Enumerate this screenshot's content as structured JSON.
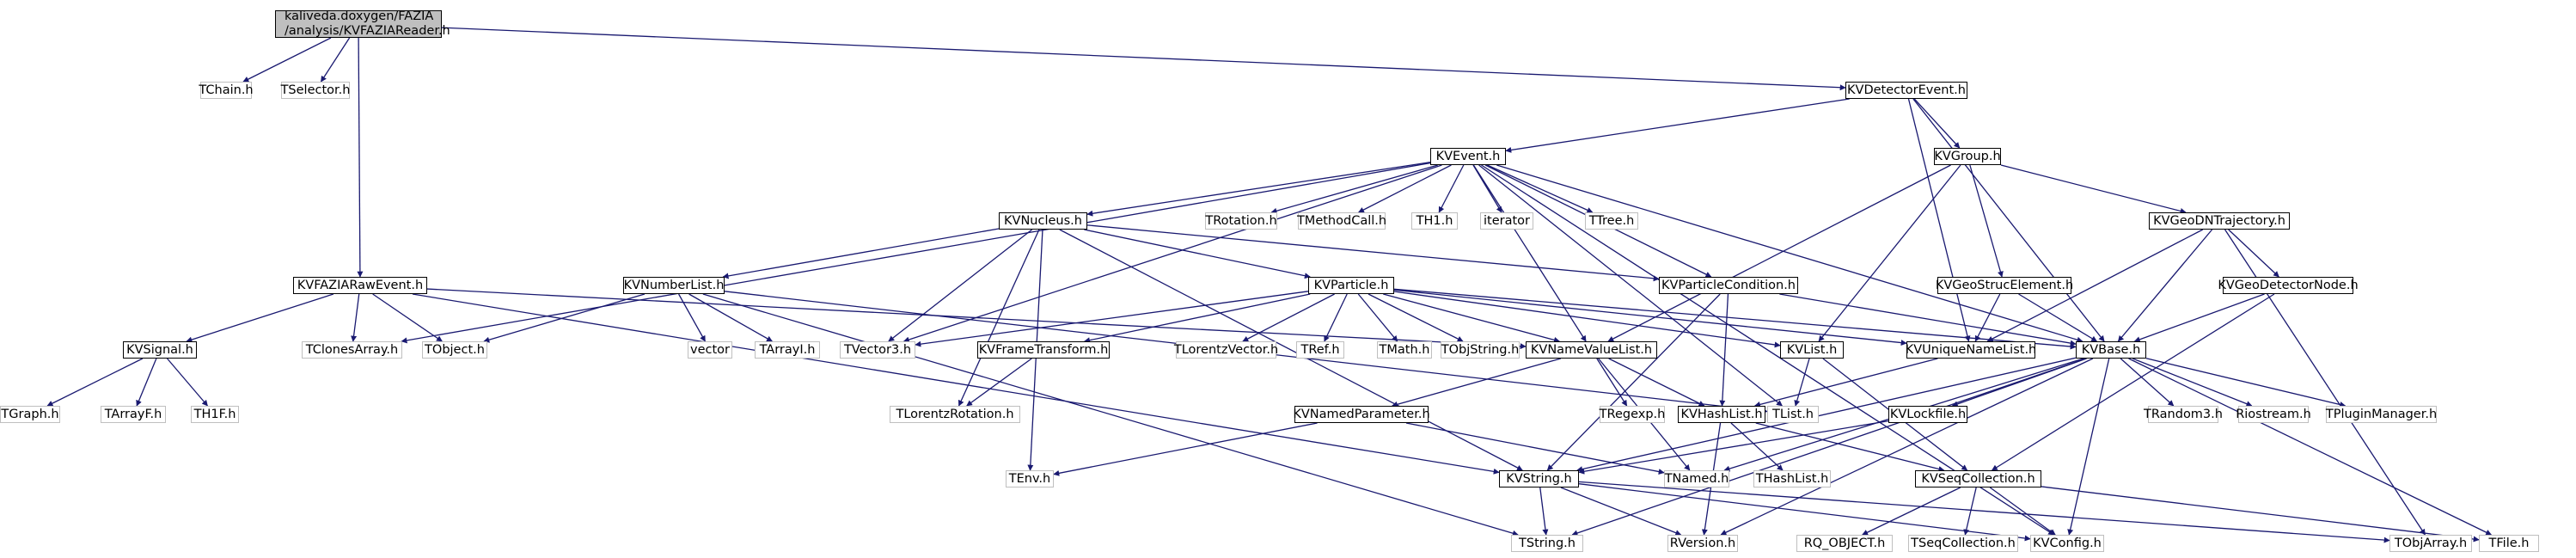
{
  "diagram": {
    "colors": {
      "edge": "#191970",
      "node_border": "#000000",
      "external_border": "#bfbfbf",
      "root_fill": "#bfbfbf",
      "background": "#ffffff"
    },
    "nodes": [
      {
        "id": "root",
        "label": "kaliveda.doxygen/FAZIA\n/analysis/KVFAZIAReader.h",
        "kind": "root"
      },
      {
        "id": "TChain",
        "label": "TChain.h",
        "kind": "external"
      },
      {
        "id": "TSelector",
        "label": "TSelector.h",
        "kind": "external"
      },
      {
        "id": "KVDetectorEvent",
        "label": "KVDetectorEvent.h",
        "kind": "local"
      },
      {
        "id": "KVEvent",
        "label": "KVEvent.h",
        "kind": "local"
      },
      {
        "id": "KVGroup",
        "label": "KVGroup.h",
        "kind": "local"
      },
      {
        "id": "KVNucleus",
        "label": "KVNucleus.h",
        "kind": "local"
      },
      {
        "id": "TRotation",
        "label": "TRotation.h",
        "kind": "external"
      },
      {
        "id": "TMethodCall",
        "label": "TMethodCall.h",
        "kind": "external"
      },
      {
        "id": "TH1",
        "label": "TH1.h",
        "kind": "external"
      },
      {
        "id": "iterator",
        "label": "iterator",
        "kind": "external"
      },
      {
        "id": "TTree",
        "label": "TTree.h",
        "kind": "external"
      },
      {
        "id": "KVGeoDNTrajectory",
        "label": "KVGeoDNTrajectory.h",
        "kind": "local"
      },
      {
        "id": "KVFAZIARawEvent",
        "label": "KVFAZIARawEvent.h",
        "kind": "local"
      },
      {
        "id": "KVNumberList",
        "label": "KVNumberList.h",
        "kind": "local"
      },
      {
        "id": "KVParticle",
        "label": "KVParticle.h",
        "kind": "local"
      },
      {
        "id": "KVParticleCondition",
        "label": "KVParticleCondition.h",
        "kind": "local"
      },
      {
        "id": "KVGeoStrucElement",
        "label": "KVGeoStrucElement.h",
        "kind": "local"
      },
      {
        "id": "KVGeoDetectorNode",
        "label": "KVGeoDetectorNode.h",
        "kind": "local"
      },
      {
        "id": "KVSignal",
        "label": "KVSignal.h",
        "kind": "local"
      },
      {
        "id": "TClonesArray",
        "label": "TClonesArray.h",
        "kind": "external"
      },
      {
        "id": "TObject",
        "label": "TObject.h",
        "kind": "external"
      },
      {
        "id": "vector",
        "label": "vector",
        "kind": "external"
      },
      {
        "id": "TArrayI",
        "label": "TArrayI.h",
        "kind": "external"
      },
      {
        "id": "TVector3",
        "label": "TVector3.h",
        "kind": "external"
      },
      {
        "id": "KVFrameTransform",
        "label": "KVFrameTransform.h",
        "kind": "local"
      },
      {
        "id": "TLorentzVector",
        "label": "TLorentzVector.h",
        "kind": "external"
      },
      {
        "id": "TRef",
        "label": "TRef.h",
        "kind": "external"
      },
      {
        "id": "TMath",
        "label": "TMath.h",
        "kind": "external"
      },
      {
        "id": "TObjString",
        "label": "TObjString.h",
        "kind": "external"
      },
      {
        "id": "KVNameValueList",
        "label": "KVNameValueList.h",
        "kind": "local"
      },
      {
        "id": "KVList",
        "label": "KVList.h",
        "kind": "local"
      },
      {
        "id": "KVUniqueNameList",
        "label": "KVUniqueNameList.h",
        "kind": "local"
      },
      {
        "id": "KVBase",
        "label": "KVBase.h",
        "kind": "local"
      },
      {
        "id": "TGraph",
        "label": "TGraph.h",
        "kind": "external"
      },
      {
        "id": "TArrayF",
        "label": "TArrayF.h",
        "kind": "external"
      },
      {
        "id": "TH1F",
        "label": "TH1F.h",
        "kind": "external"
      },
      {
        "id": "TLorentzRotation",
        "label": "TLorentzRotation.h",
        "kind": "external"
      },
      {
        "id": "KVNamedParameter",
        "label": "KVNamedParameter.h",
        "kind": "local"
      },
      {
        "id": "TList",
        "label": "TList.h",
        "kind": "external"
      },
      {
        "id": "TRegexp",
        "label": "TRegexp.h",
        "kind": "external"
      },
      {
        "id": "KVHashList",
        "label": "KVHashList.h",
        "kind": "local"
      },
      {
        "id": "KVLockfile",
        "label": "KVLockfile.h",
        "kind": "local"
      },
      {
        "id": "TRandom3",
        "label": "TRandom3.h",
        "kind": "external"
      },
      {
        "id": "Riostream",
        "label": "Riostream.h",
        "kind": "external"
      },
      {
        "id": "TPluginManager",
        "label": "TPluginManager.h",
        "kind": "external"
      },
      {
        "id": "TEnv",
        "label": "TEnv.h",
        "kind": "external"
      },
      {
        "id": "TNamed",
        "label": "TNamed.h",
        "kind": "external"
      },
      {
        "id": "KVString",
        "label": "KVString.h",
        "kind": "local"
      },
      {
        "id": "THashList",
        "label": "THashList.h",
        "kind": "external"
      },
      {
        "id": "KVSeqCollection",
        "label": "KVSeqCollection.h",
        "kind": "local"
      },
      {
        "id": "TString",
        "label": "TString.h",
        "kind": "external"
      },
      {
        "id": "RVersion",
        "label": "RVersion.h",
        "kind": "external"
      },
      {
        "id": "RQ_OBJECT",
        "label": "RQ_OBJECT.h",
        "kind": "external"
      },
      {
        "id": "TSeqCollection",
        "label": "TSeqCollection.h",
        "kind": "external"
      },
      {
        "id": "KVConfig",
        "label": "KVConfig.h",
        "kind": "external"
      },
      {
        "id": "TObjArray",
        "label": "TObjArray.h",
        "kind": "external"
      },
      {
        "id": "TFile",
        "label": "TFile.h",
        "kind": "external"
      }
    ],
    "edges": [
      [
        "root",
        "TChain"
      ],
      [
        "root",
        "TSelector"
      ],
      [
        "root",
        "KVDetectorEvent"
      ],
      [
        "root",
        "KVFAZIARawEvent"
      ],
      [
        "KVDetectorEvent",
        "KVEvent"
      ],
      [
        "KVDetectorEvent",
        "KVGroup"
      ],
      [
        "KVDetectorEvent",
        "KVUniqueNameList"
      ],
      [
        "KVDetectorEvent",
        "KVBase"
      ],
      [
        "KVEvent",
        "KVNucleus"
      ],
      [
        "KVEvent",
        "TRotation"
      ],
      [
        "KVEvent",
        "TMethodCall"
      ],
      [
        "KVEvent",
        "TH1"
      ],
      [
        "KVEvent",
        "iterator"
      ],
      [
        "KVEvent",
        "TTree"
      ],
      [
        "KVEvent",
        "KVParticleCondition"
      ],
      [
        "KVEvent",
        "TClonesArray"
      ],
      [
        "KVEvent",
        "TVector3"
      ],
      [
        "KVEvent",
        "KVNameValueList"
      ],
      [
        "KVEvent",
        "TList"
      ],
      [
        "KVEvent",
        "KVBase"
      ],
      [
        "KVEvent",
        "KVConfig"
      ],
      [
        "KVGroup",
        "KVGeoDNTrajectory"
      ],
      [
        "KVGroup",
        "KVGeoStrucElement"
      ],
      [
        "KVGroup",
        "KVNameValueList"
      ],
      [
        "KVGroup",
        "KVList"
      ],
      [
        "KVGeoDNTrajectory",
        "KVGeoDetectorNode"
      ],
      [
        "KVGeoDNTrajectory",
        "KVUniqueNameList"
      ],
      [
        "KVGeoDNTrajectory",
        "KVBase"
      ],
      [
        "KVGeoDNTrajectory",
        "TObjArray"
      ],
      [
        "KVGeoStrucElement",
        "KVUniqueNameList"
      ],
      [
        "KVGeoStrucElement",
        "KVBase"
      ],
      [
        "KVGeoDetectorNode",
        "KVBase"
      ],
      [
        "KVGeoDetectorNode",
        "KVSeqCollection"
      ],
      [
        "KVNucleus",
        "KVNumberList"
      ],
      [
        "KVNucleus",
        "KVParticle"
      ],
      [
        "KVNucleus",
        "TVector3"
      ],
      [
        "KVNucleus",
        "TLorentzRotation"
      ],
      [
        "KVNucleus",
        "KVString"
      ],
      [
        "KVNucleus",
        "TEnv"
      ],
      [
        "KVNucleus",
        "KVParticleCondition"
      ],
      [
        "KVFAZIARawEvent",
        "KVSignal"
      ],
      [
        "KVFAZIARawEvent",
        "TClonesArray"
      ],
      [
        "KVFAZIARawEvent",
        "TObject"
      ],
      [
        "KVFAZIARawEvent",
        "KVString"
      ],
      [
        "KVFAZIARawEvent",
        "KVNameValueList"
      ],
      [
        "KVNumberList",
        "TObject"
      ],
      [
        "KVNumberList",
        "vector"
      ],
      [
        "KVNumberList",
        "TArrayI"
      ],
      [
        "KVNumberList",
        "TList"
      ],
      [
        "KVNumberList",
        "TString"
      ],
      [
        "KVParticle",
        "TVector3"
      ],
      [
        "KVParticle",
        "KVFrameTransform"
      ],
      [
        "KVParticle",
        "TLorentzVector"
      ],
      [
        "KVParticle",
        "TRef"
      ],
      [
        "KVParticle",
        "TMath"
      ],
      [
        "KVParticle",
        "TObjString"
      ],
      [
        "KVParticle",
        "KVNameValueList"
      ],
      [
        "KVParticle",
        "KVList"
      ],
      [
        "KVParticle",
        "KVUniqueNameList"
      ],
      [
        "KVParticle",
        "KVBase"
      ],
      [
        "KVParticleCondition",
        "KVBase"
      ],
      [
        "KVParticleCondition",
        "KVHashList"
      ],
      [
        "KVParticleCondition",
        "KVString"
      ],
      [
        "KVSignal",
        "TGraph"
      ],
      [
        "KVSignal",
        "TArrayF"
      ],
      [
        "KVSignal",
        "TH1F"
      ],
      [
        "KVFrameTransform",
        "TLorentzRotation"
      ],
      [
        "KVNameValueList",
        "KVNamedParameter"
      ],
      [
        "KVNameValueList",
        "TRegexp"
      ],
      [
        "KVNameValueList",
        "KVHashList"
      ],
      [
        "KVNameValueList",
        "TNamed"
      ],
      [
        "KVNamedParameter",
        "TNamed"
      ],
      [
        "KVNamedParameter",
        "TEnv"
      ],
      [
        "KVList",
        "TList"
      ],
      [
        "KVList",
        "KVSeqCollection"
      ],
      [
        "KVUniqueNameList",
        "KVHashList"
      ],
      [
        "KVBase",
        "KVLockfile"
      ],
      [
        "KVBase",
        "TRandom3"
      ],
      [
        "KVBase",
        "Riostream"
      ],
      [
        "KVBase",
        "TPluginManager"
      ],
      [
        "KVBase",
        "TFile"
      ],
      [
        "KVBase",
        "TNamed"
      ],
      [
        "KVBase",
        "KVString"
      ],
      [
        "KVBase",
        "TString"
      ],
      [
        "KVBase",
        "RVersion"
      ],
      [
        "KVBase",
        "KVConfig"
      ],
      [
        "KVLockfile",
        "KVString"
      ],
      [
        "KVHashList",
        "THashList"
      ],
      [
        "KVHashList",
        "KVSeqCollection"
      ],
      [
        "KVHashList",
        "RVersion"
      ],
      [
        "KVString",
        "TString"
      ],
      [
        "KVString",
        "RVersion"
      ],
      [
        "KVString",
        "KVConfig"
      ],
      [
        "KVString",
        "TObjArray"
      ],
      [
        "KVSeqCollection",
        "RQ_OBJECT"
      ],
      [
        "KVSeqCollection",
        "TSeqCollection"
      ],
      [
        "KVSeqCollection",
        "KVConfig"
      ],
      [
        "KVSeqCollection",
        "TFile"
      ]
    ]
  }
}
